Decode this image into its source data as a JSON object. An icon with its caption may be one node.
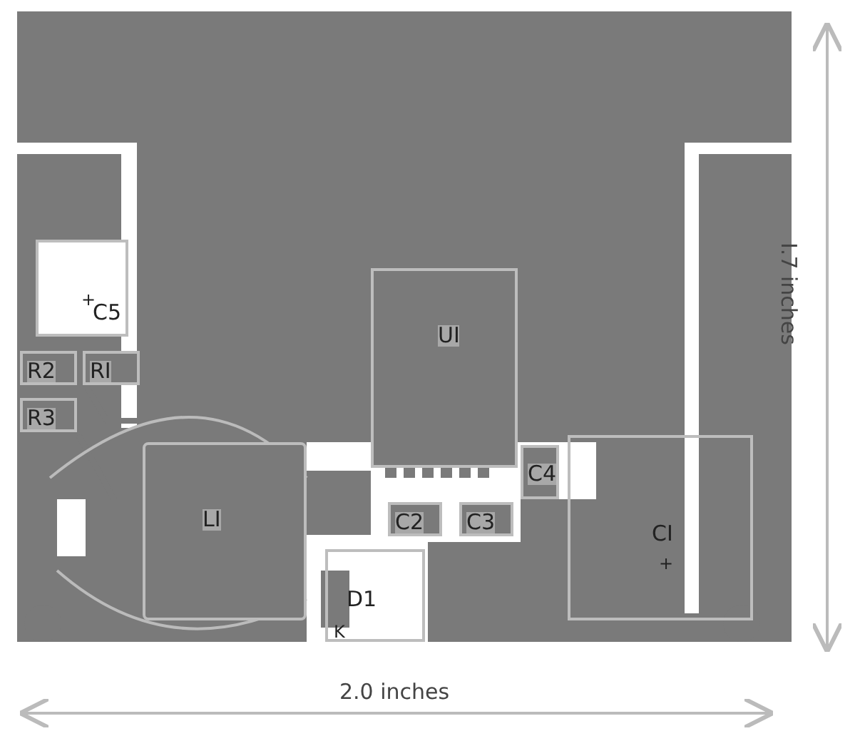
{
  "diagram": {
    "nodes": [
      {
        "text": [
          "+",
          "C5"
        ]
      },
      {
        "text": [
          "R2"
        ]
      },
      {
        "text": [
          "RI"
        ]
      },
      {
        "text": [
          "R3"
        ]
      },
      {
        "text": [
          "UI"
        ]
      },
      {
        "text": [
          "LI"
        ]
      },
      {
        "text": [
          "C4"
        ]
      },
      {
        "text": [
          "C2"
        ]
      },
      {
        "text": [
          "C3"
        ]
      },
      {
        "text": [
          "CI",
          "+"
        ]
      },
      {
        "text": [
          "D1",
          "K"
        ]
      }
    ],
    "edges": [],
    "labels": [
      "I.7 inches",
      "2.0 inches"
    ]
  }
}
